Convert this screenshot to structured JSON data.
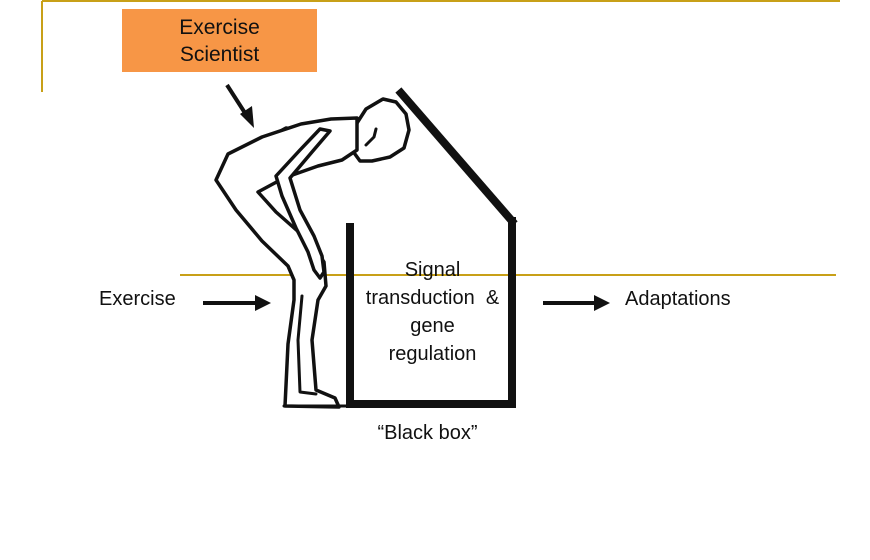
{
  "scientist_label": [
    "Exercise",
    "Scientist"
  ],
  "input_label": "Exercise",
  "box_label": [
    "Signal",
    "transduction  &",
    "gene",
    "regulation"
  ],
  "output_label": "Adaptations",
  "box_caption": "“Black box”",
  "colors": {
    "callout_fill": "#f79646",
    "accent_line": "#c8a018",
    "stroke": "#111111"
  },
  "icons": [
    "arrow-down-right-icon",
    "arrow-right-icon",
    "arrow-right-icon"
  ]
}
